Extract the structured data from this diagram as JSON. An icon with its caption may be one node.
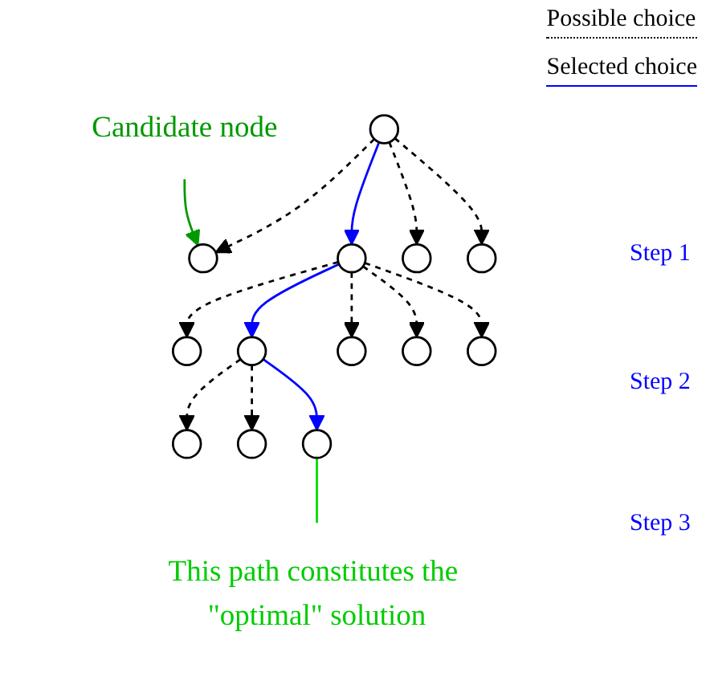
{
  "diagram": {
    "nodes": [
      {
        "text": [],
        "shape": "circle"
      },
      {
        "text": [
          "Candidate node"
        ]
      },
      {
        "text": [],
        "shape": "circle"
      },
      {
        "text": [],
        "shape": "circle"
      },
      {
        "text": [],
        "shape": "circle"
      },
      {
        "text": [],
        "shape": "circle"
      },
      {
        "text": [],
        "shape": "circle"
      },
      {
        "text": [],
        "shape": "circle"
      },
      {
        "text": [],
        "shape": "circle"
      },
      {
        "text": [],
        "shape": "circle"
      },
      {
        "text": [],
        "shape": "circle"
      },
      {
        "text": [],
        "shape": "circle"
      },
      {
        "text": [],
        "shape": "circle"
      },
      {
        "text": [],
        "shape": "circle"
      },
      {
        "text": [
          "This path constitutes the \"optimal\" solution"
        ]
      }
    ],
    "edges": [
      {
        "from": 0,
        "to": 2,
        "arrow": "to",
        "style": "dashed"
      },
      {
        "from": 0,
        "to": 3,
        "arrow": "to",
        "color": "#0000ff"
      },
      {
        "from": 0,
        "to": 4,
        "arrow": "to",
        "style": "dashed"
      },
      {
        "from": 0,
        "to": 5,
        "arrow": "to",
        "style": "dashed"
      },
      {
        "from": 1,
        "to": 2,
        "arrow": "to",
        "color": "#009900"
      },
      {
        "from": 3,
        "to": 6,
        "arrow": "to",
        "style": "dashed"
      },
      {
        "from": 3,
        "to": 7,
        "arrow": "to",
        "color": "#0000ff"
      },
      {
        "from": 3,
        "to": 8,
        "arrow": "to",
        "style": "dashed"
      },
      {
        "from": 3,
        "to": 9,
        "arrow": "to",
        "style": "dashed"
      },
      {
        "from": 3,
        "to": 10,
        "arrow": "to",
        "style": "dashed"
      },
      {
        "from": 7,
        "to": 11,
        "arrow": "to",
        "style": "dashed"
      },
      {
        "from": 7,
        "to": 12,
        "arrow": "to",
        "style": "dashed"
      },
      {
        "from": 7,
        "to": 13,
        "arrow": "to",
        "color": "#0000ff"
      },
      {
        "from": 13,
        "to": 14,
        "arrow": "none",
        "color": "#00dd00"
      }
    ],
    "labels": [
      "Step 1",
      "Step 2",
      "Step 3"
    ],
    "legend": [
      {
        "text": "Possible choice"
      },
      {
        "text": "Selected choice"
      }
    ]
  }
}
